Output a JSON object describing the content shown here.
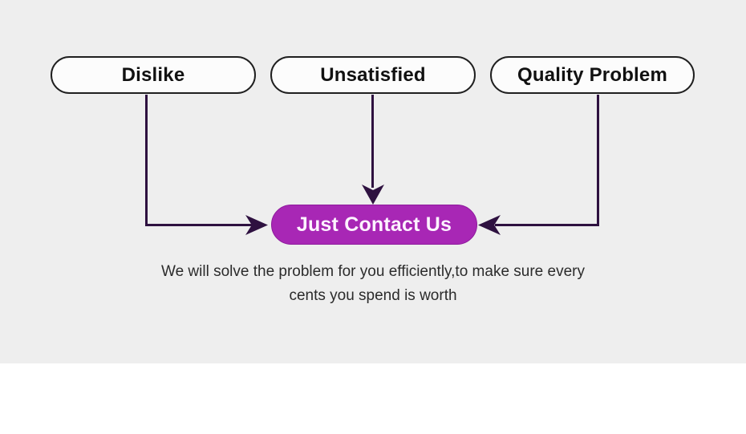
{
  "page": {
    "background_color": "#eeeeee",
    "footer_background_color": "#ffffff"
  },
  "colors": {
    "arrow": "#2e1140",
    "node_fill": "#fcfcfc",
    "node_border": "#1f1f1f",
    "node_text": "#111111",
    "cta_fill": "#a827b5",
    "cta_border": "#8e1b9c",
    "cta_text": "#fdf2ff",
    "description_text": "#2b2b2b"
  },
  "diagram": {
    "nodes": [
      {
        "label": "Dislike"
      },
      {
        "label": "Unsatisfied"
      },
      {
        "label": "Quality Problem"
      }
    ],
    "cta_label": "Just Contact Us",
    "description_line1": "We will solve the problem for you efficiently,to make sure every",
    "description_line2": "cents you spend is worth"
  }
}
